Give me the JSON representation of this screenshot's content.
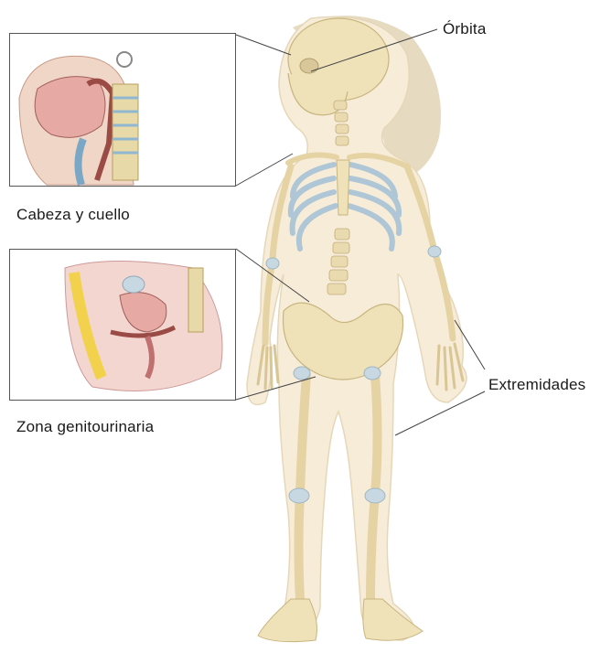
{
  "labels": {
    "orbita": "Órbita",
    "cabeza_cuello": "Cabeza y cuello",
    "zona_genitourinaria": "Zona genitourinaria",
    "extremidades": "Extremidades"
  },
  "colors": {
    "skin": "#f6ecd8",
    "bone": "#efe2b9",
    "bone_shadow": "#c8b57f",
    "rib_blue": "#aec6d6",
    "hair": "#d9c9a8",
    "tissue_pink": "#e6a9a3",
    "tissue_dark": "#9b4b45",
    "fat_yellow": "#f2d24d",
    "line": "#555555"
  }
}
